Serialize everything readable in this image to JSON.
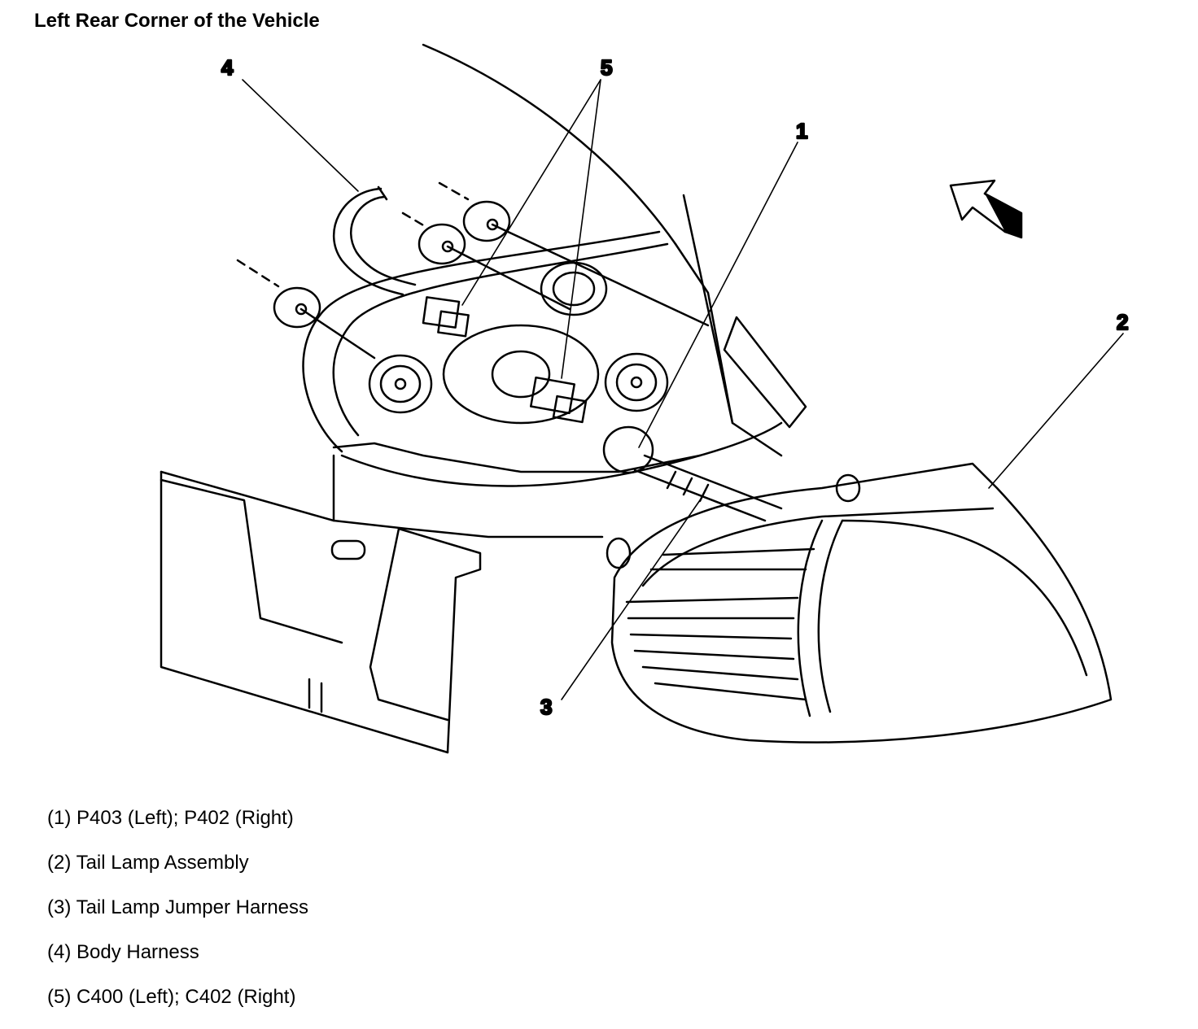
{
  "title": "Left Rear Corner of the Vehicle",
  "callouts": {
    "c1": "1",
    "c2": "2",
    "c3": "3",
    "c4": "4",
    "c5": "5"
  },
  "legend": [
    "(1) P403 (Left); P402 (Right)",
    "(2) Tail Lamp Assembly",
    "(3) Tail Lamp Jumper Harness",
    "(4) Body Harness",
    "(5) C400 (Left); C402 (Right)"
  ],
  "colors": {
    "line": "#000000",
    "background": "#ffffff"
  },
  "icons": {
    "direction": "forward-arrow-icon"
  }
}
